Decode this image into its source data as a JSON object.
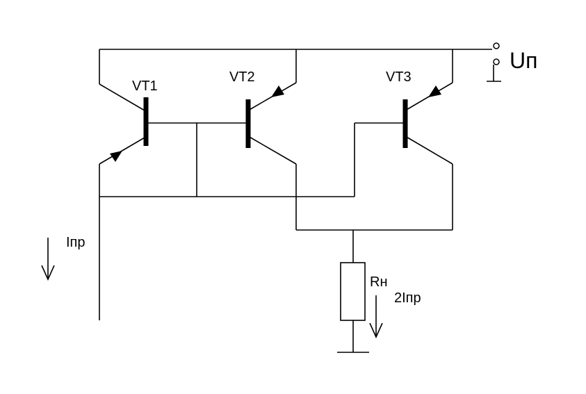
{
  "labels": {
    "vt1": "VT1",
    "vt2": "VT2",
    "vt3": "VT3",
    "supply": "Uп",
    "input_current": "Iпр",
    "load": "Rн",
    "output_current": "2Iпр"
  }
}
